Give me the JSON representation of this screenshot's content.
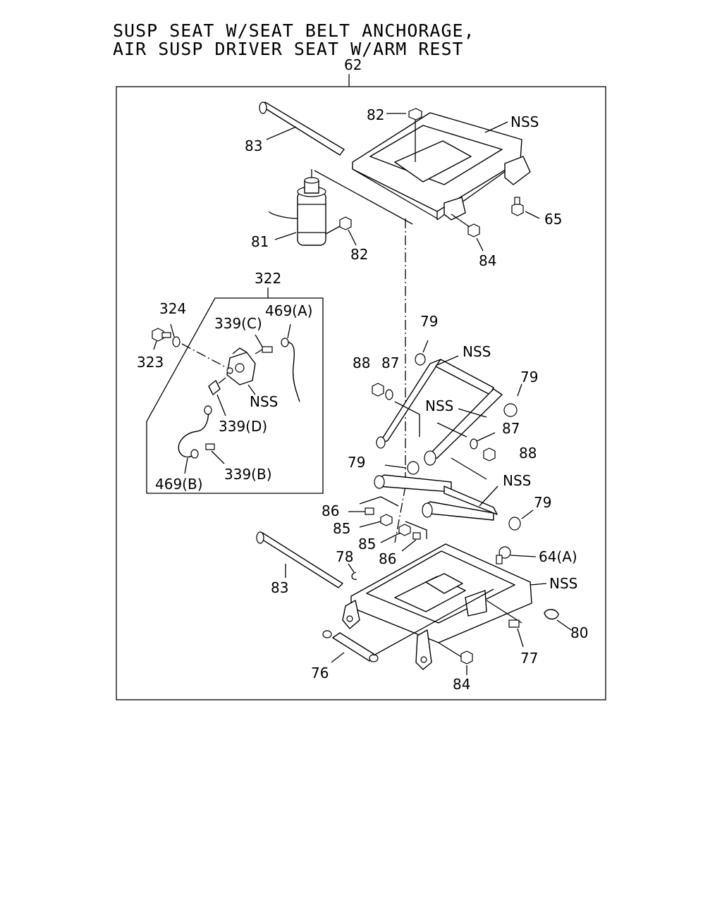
{
  "title": {
    "line1": "SUSP SEAT W/SEAT BELT ANCHORAGE,",
    "line2": "AIR SUSP DRIVER SEAT W/ARM REST"
  },
  "labels": {
    "main_assembly": "62",
    "nut_top": "82",
    "nss_top": "NSS",
    "rod_top": "83",
    "bolt_65": "65",
    "air_spring": "81",
    "nut_82b": "82",
    "nut_84_top": "84",
    "valve_kit": "322",
    "washer_324": "324",
    "hose_469a": "469(A)",
    "fitting_339c": "339(C)",
    "bolt_323": "323",
    "nss_valve": "NSS",
    "fitting_339d": "339(D)",
    "hose_469b": "469(B)",
    "fitting_339b": "339(B)",
    "bushing_79_top": "79",
    "nss_link_top": "NSS",
    "nut_88_left": "88",
    "washer_87_left": "87",
    "bushing_79_right": "79",
    "nss_link_mid": "NSS",
    "washer_87_right": "87",
    "nut_88_right": "88",
    "bushing_79_left": "79",
    "nss_link_low": "NSS",
    "bushing_79_low": "79",
    "collar_86_a": "86",
    "bolt_85_a": "85",
    "bolt_85_b": "85",
    "collar_86_b": "86",
    "clip_78": "78",
    "bolt_64a": "64(A)",
    "rod_bottom": "83",
    "nss_base": "NSS",
    "knob_80": "80",
    "pin_77": "77",
    "damper_76": "76",
    "nut_84_bottom": "84"
  }
}
